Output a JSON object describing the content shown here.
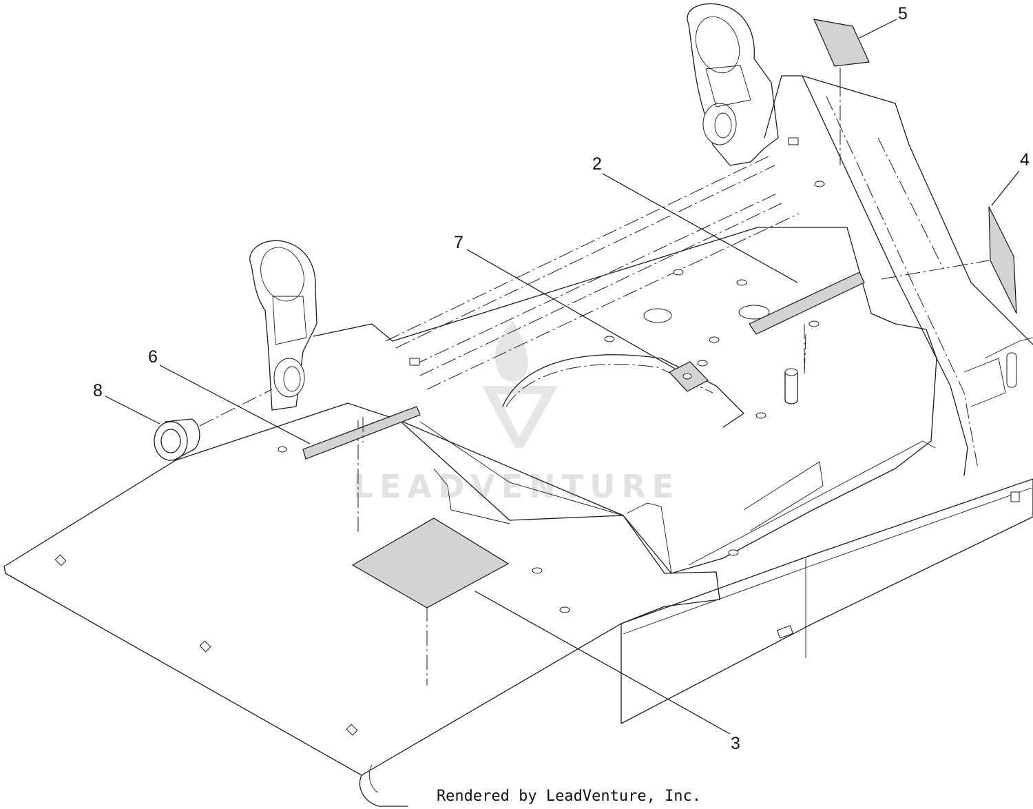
{
  "diagram": {
    "callouts": [
      {
        "id": "2",
        "label": "2"
      },
      {
        "id": "3",
        "label": "3"
      },
      {
        "id": "4",
        "label": "4"
      },
      {
        "id": "5",
        "label": "5"
      },
      {
        "id": "6",
        "label": "6"
      },
      {
        "id": "7",
        "label": "7"
      },
      {
        "id": "8",
        "label": "8"
      }
    ],
    "watermark": "LEADVENTURE",
    "credit": "Rendered by LeadVenture, Inc."
  },
  "colors": {
    "line": "#1a1a1a",
    "decal_fill": "#d3d3d3",
    "watermark": "#e2e2e2",
    "background": "#ffffff"
  }
}
